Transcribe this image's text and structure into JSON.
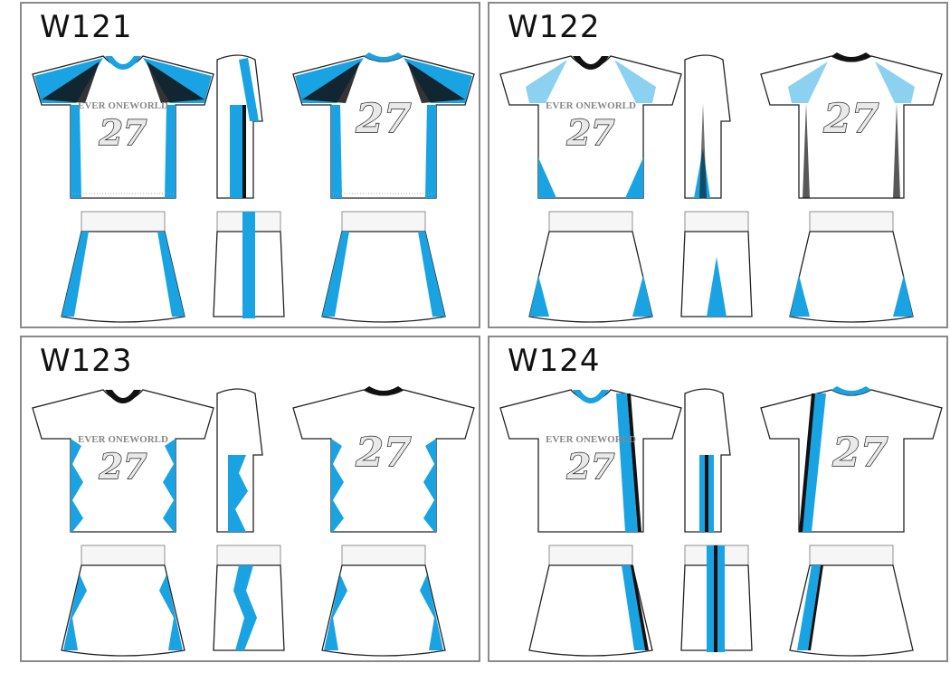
{
  "panels": [
    {
      "code": "W121",
      "team": "EVER ONEWORLD",
      "number": "27"
    },
    {
      "code": "W122",
      "team": "EVER ONEWORLD",
      "number": "27"
    },
    {
      "code": "W123",
      "team": "EVER ONEWORLD",
      "number": "27"
    },
    {
      "code": "W124",
      "team": "EVER ONEWORLD",
      "number": "27"
    }
  ],
  "colors": {
    "accent": "#1aa3e2",
    "trim": "#111111",
    "border": "#8a8a8a"
  }
}
